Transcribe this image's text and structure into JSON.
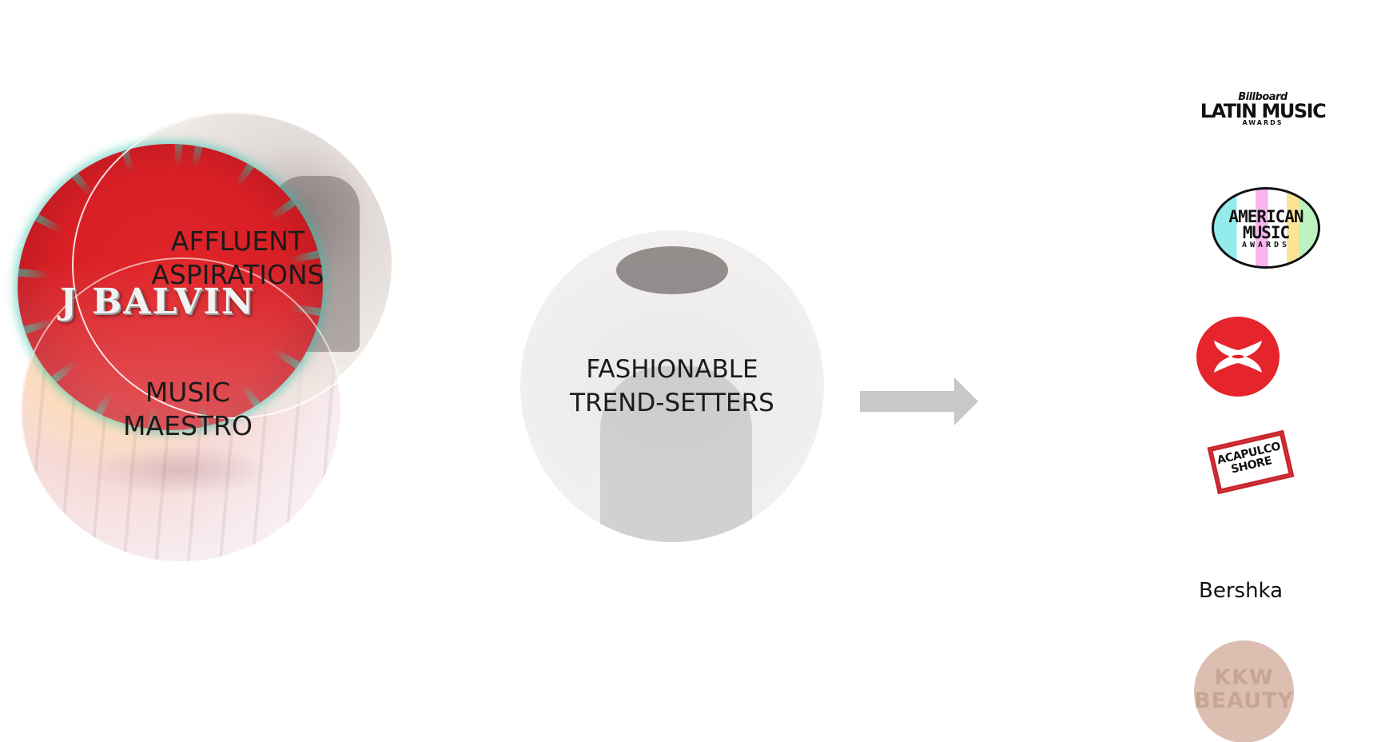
{
  "segments": {
    "affluent": "AFFLUENT\nASPIRATIONS",
    "music": "MUSIC\nMAESTRO",
    "balvin_logo": "J BALVIN",
    "fashion": "FASHIONABLE\nTREND-SETTERS"
  },
  "logos": {
    "billboard": {
      "top": "Billboard",
      "main": "LATIN MUSIC",
      "bottom": "AWARDS"
    },
    "ama": {
      "line1": "AMERICAN",
      "line2": "MUSIC",
      "line3": "AWARDS"
    },
    "under_armour": "under-armour-icon",
    "acapulco": "ACAPULCO\nSHORE",
    "bershka": "Bershka",
    "kkw": "KKW\nBEAUTY"
  },
  "colors": {
    "balvin_red": "#d81f25",
    "palm_teal": "#28c8aa",
    "arrow_gray": "#c8c8c8",
    "ua_red": "#e5252b",
    "kkw_pink": "#dcbfb1"
  }
}
